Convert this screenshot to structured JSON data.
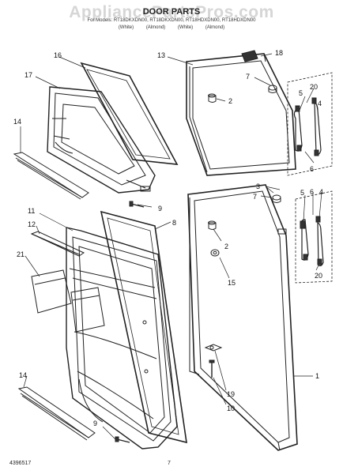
{
  "header": {
    "watermark": "AppliancePartsPros.com",
    "title": "DOOR PARTS",
    "models": "For Models: RT18DKXDN00, RT18DKXDN00, RT18HDXDN00, RT18HDXDN00",
    "finishes": "(White) (Almond) (White) (Almond)"
  },
  "footer": {
    "doc_number": "4396517",
    "page_number": "7"
  },
  "callouts": {
    "c16": "16",
    "c17": "17",
    "c14a": "14",
    "c13": "13",
    "c18": "18",
    "c7a": "7",
    "c2a": "2",
    "c5a": "5",
    "c20a": "20",
    "c4a": "4",
    "c6a": "6",
    "c3": "3",
    "c9a": "9",
    "c8": "8",
    "c11": "11",
    "c12": "12",
    "c21": "21",
    "c7b": "7",
    "c5b": "5",
    "c6b": "6",
    "c4b": "4",
    "c2b": "2",
    "c15": "15",
    "c20b": "20",
    "c1": "1",
    "c14b": "14",
    "c19": "19",
    "c10": "10",
    "c9b": "9"
  }
}
